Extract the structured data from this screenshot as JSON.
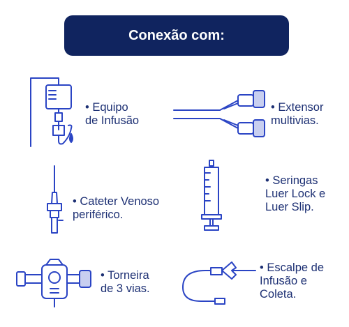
{
  "header": {
    "title": "Conexão com:"
  },
  "items": [
    {
      "icon": "infusion-set-icon",
      "lines": [
        "• Equipo",
        "de Infusão"
      ]
    },
    {
      "icon": "multiway-extension-icon",
      "lines": [
        "• Extensor",
        "multivias."
      ]
    },
    {
      "icon": "catheter-icon",
      "lines": [
        "• Cateter Venoso",
        "periférico."
      ]
    },
    {
      "icon": "syringe-icon",
      "lines": [
        "• Seringas",
        "Luer Lock e",
        "Luer Slip."
      ]
    },
    {
      "icon": "stopcock-icon",
      "lines": [
        "• Torneira",
        "de 3 vias."
      ]
    },
    {
      "icon": "scalp-needle-icon",
      "lines": [
        "• Escalpe de",
        "Infusão e",
        "Coleta."
      ]
    }
  ],
  "colors": {
    "header_bg": "#10245f",
    "text": "#1c2f73",
    "drawing": "#2a44c4"
  }
}
